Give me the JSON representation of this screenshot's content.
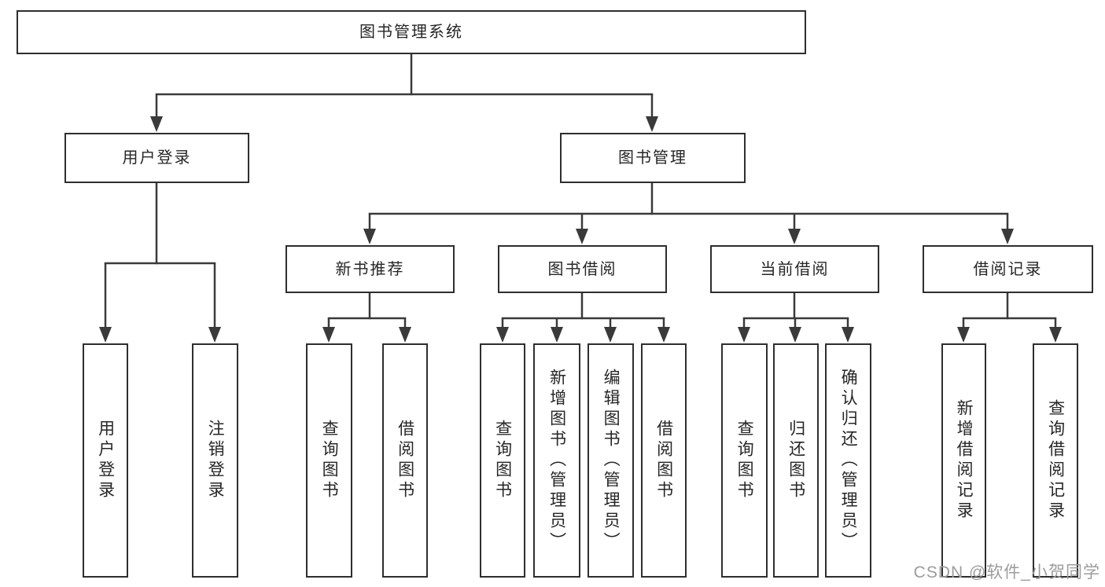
{
  "diagram": {
    "title": "图书管理系统",
    "watermark": "CSDN @软件_小贺同学",
    "colors": {
      "line": "#3a3a3a",
      "box_border": "#2e2e2e",
      "box_background": "#ffffff",
      "text": "#262626",
      "watermark": "#9c9c9c"
    },
    "nodes": {
      "root": {
        "label": "图书管理系统"
      },
      "user_login": {
        "label": "用户登录"
      },
      "book_mgmt": {
        "label": "图书管理"
      },
      "new_book_rec": {
        "label": "新书推荐"
      },
      "book_borrow": {
        "label": "图书借阅"
      },
      "current_borrow": {
        "label": "当前借阅"
      },
      "borrow_records": {
        "label": "借阅记录"
      },
      "leaf_user_login": {
        "label": "用户登录"
      },
      "leaf_logout": {
        "label": "注销登录"
      },
      "leaf_nbr_query_book": {
        "label": "查询图书"
      },
      "leaf_nbr_borrow_book": {
        "label": "借阅图书"
      },
      "leaf_bb_query_book": {
        "label": "查询图书"
      },
      "leaf_bb_add_book": {
        "label": "新增图书（管理员）"
      },
      "leaf_bb_edit_book": {
        "label": "编辑图书（管理员）"
      },
      "leaf_bb_borrow_book": {
        "label": "借阅图书"
      },
      "leaf_cb_query_book": {
        "label": "查询图书"
      },
      "leaf_cb_return_book": {
        "label": "归还图书"
      },
      "leaf_cb_confirm_return": {
        "label": "确认归还（管理员）"
      },
      "leaf_br_add_record": {
        "label": "新增借阅记录"
      },
      "leaf_br_query_record": {
        "label": "查询借阅记录"
      }
    },
    "edges": [
      {
        "from": "图书管理系统",
        "to": "用户登录"
      },
      {
        "from": "图书管理系统",
        "to": "图书管理"
      },
      {
        "from": "用户登录",
        "to": "用户登录"
      },
      {
        "from": "用户登录",
        "to": "注销登录"
      },
      {
        "from": "图书管理",
        "to": "新书推荐"
      },
      {
        "from": "图书管理",
        "to": "图书借阅"
      },
      {
        "from": "图书管理",
        "to": "当前借阅"
      },
      {
        "from": "图书管理",
        "to": "借阅记录"
      },
      {
        "from": "新书推荐",
        "to": "查询图书"
      },
      {
        "from": "新书推荐",
        "to": "借阅图书"
      },
      {
        "from": "图书借阅",
        "to": "查询图书"
      },
      {
        "from": "图书借阅",
        "to": "新增图书（管理员）"
      },
      {
        "from": "图书借阅",
        "to": "编辑图书（管理员）"
      },
      {
        "from": "图书借阅",
        "to": "借阅图书"
      },
      {
        "from": "当前借阅",
        "to": "查询图书"
      },
      {
        "from": "当前借阅",
        "to": "归还图书"
      },
      {
        "from": "当前借阅",
        "to": "确认归还（管理员）"
      },
      {
        "from": "借阅记录",
        "to": "新增借阅记录"
      },
      {
        "from": "借阅记录",
        "to": "查询借阅记录"
      }
    ]
  }
}
